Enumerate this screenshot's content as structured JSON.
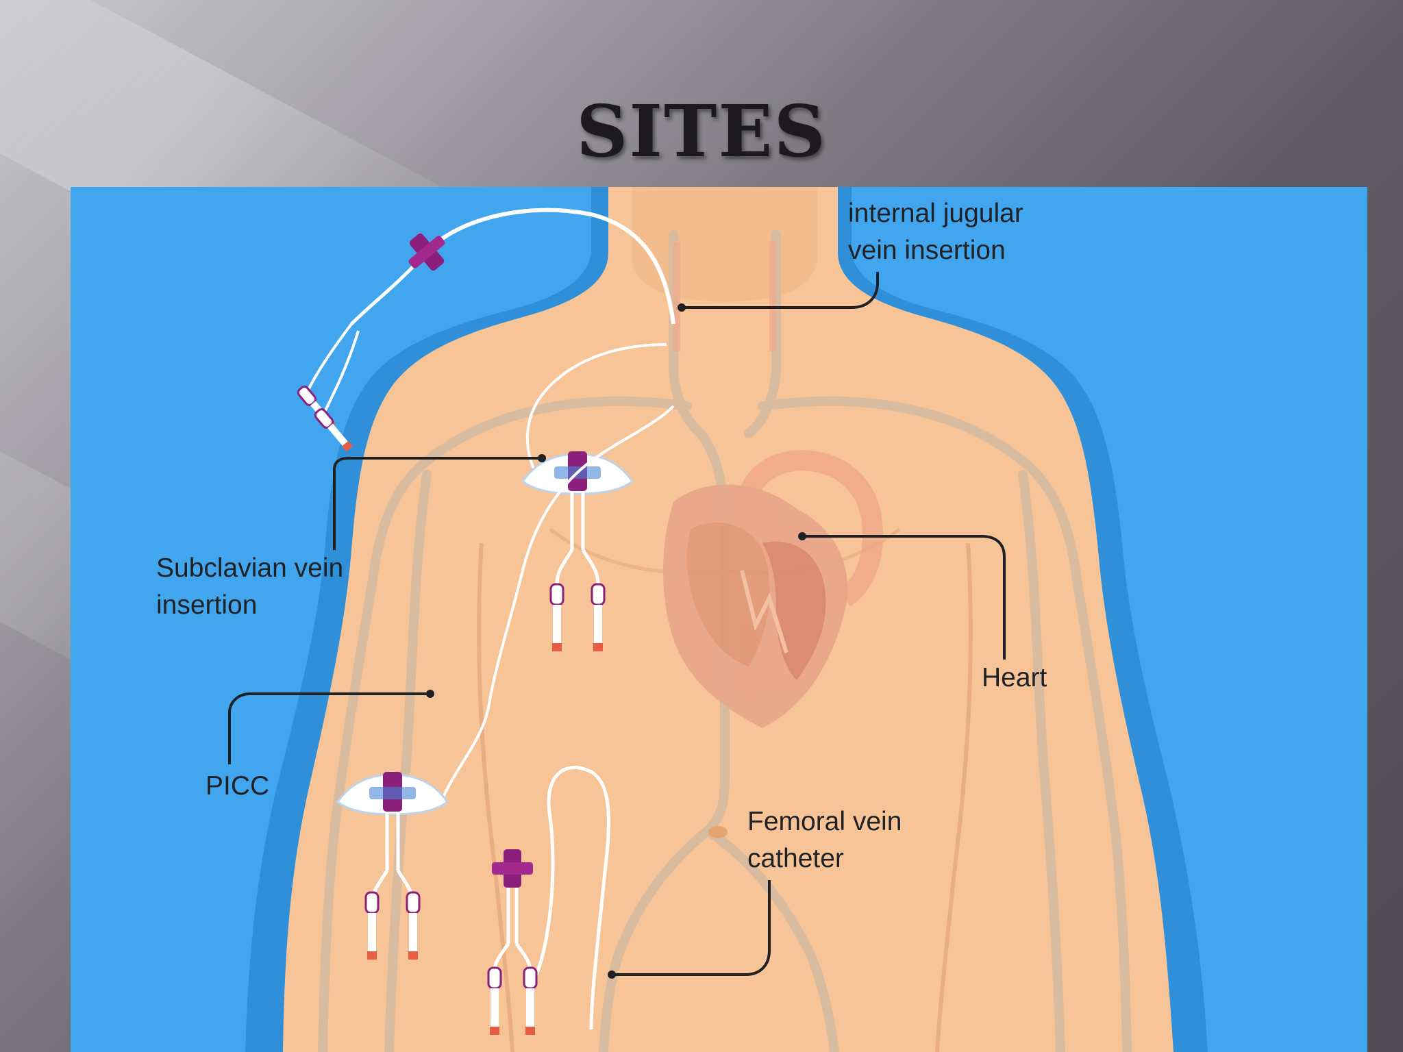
{
  "slide": {
    "title": "SITES"
  },
  "figure": {
    "background_color": "#41a6ee",
    "skin_color": "#f6c497",
    "vessel_color": "#d6bba0",
    "labels": {
      "internal_jugular": "internal jugular\nvein insertion",
      "subclavian": "Subclavian vein\ninsertion",
      "picc": "PICC",
      "heart": "Heart",
      "femoral": "Femoral vein\ncatheter"
    }
  }
}
